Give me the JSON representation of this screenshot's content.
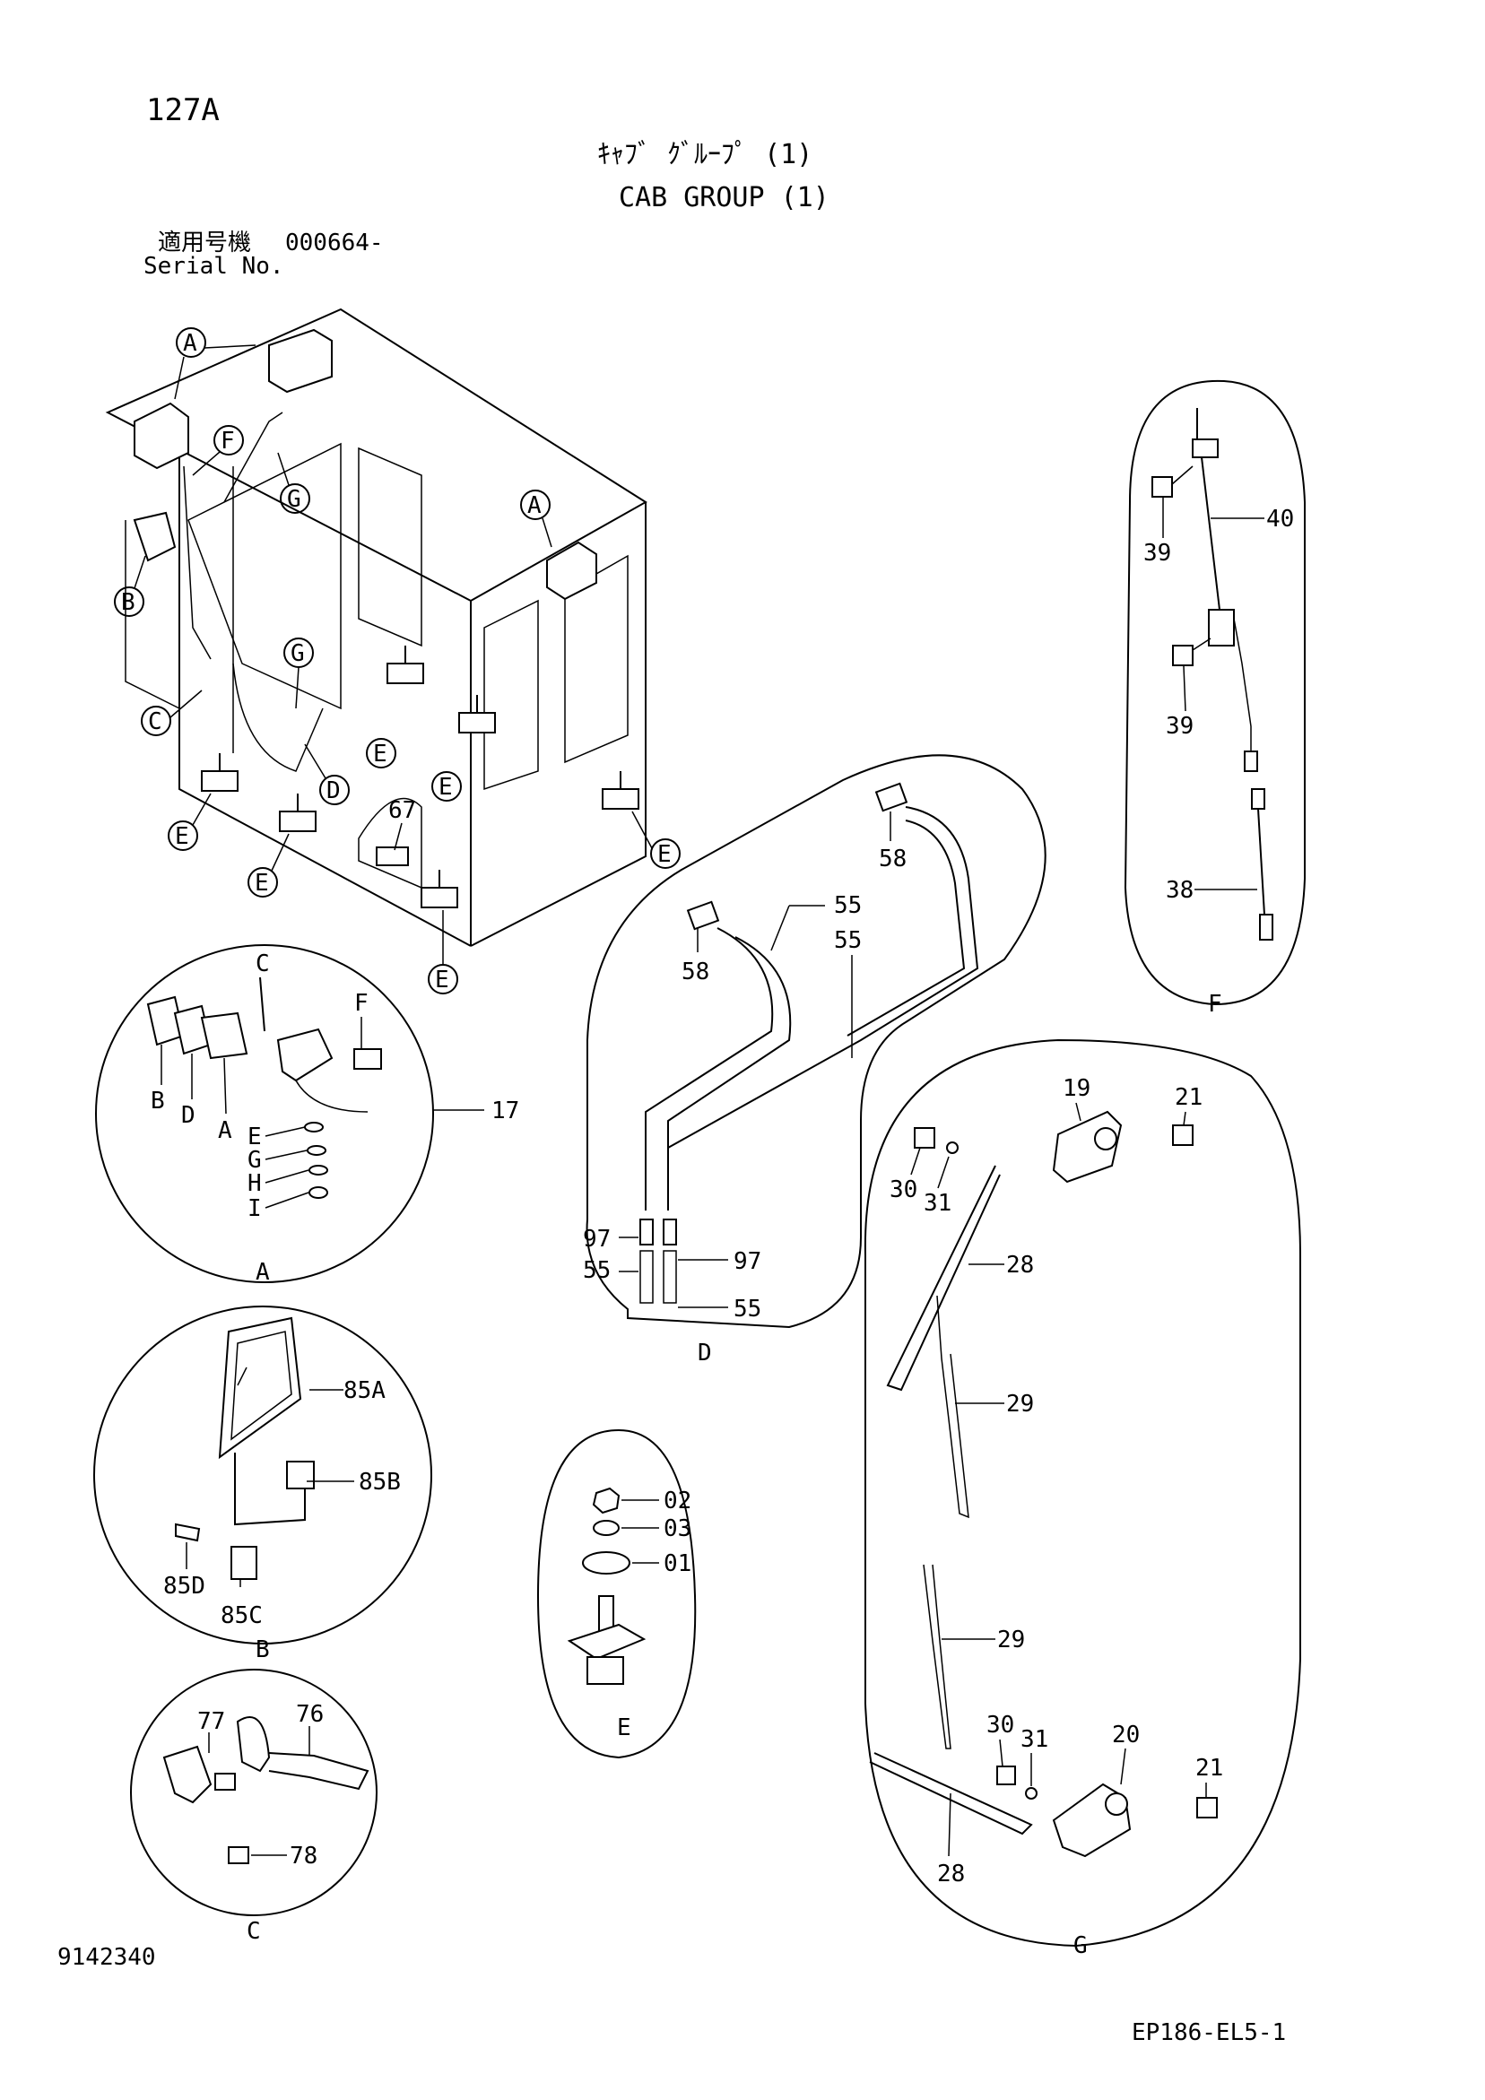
{
  "page": {
    "code": "127A",
    "title_jp": "ｷｬﾌﾞ ｸﾞﾙｰﾌﾟ (1)",
    "title_en": "CAB GROUP (1)",
    "serial_label_jp": "適用号機",
    "serial_number": "000664-",
    "serial_label_en": "Serial No.",
    "figure_number": "9142340",
    "drawing_code": "EP186-EL5-1"
  },
  "callouts": {
    "A": "A",
    "B": "B",
    "C": "C",
    "D": "D",
    "E": "E",
    "F": "F",
    "G": "G",
    "p67": "67"
  },
  "detail_A": {
    "label": "A",
    "ref": "17",
    "letters": [
      "C",
      "F",
      "B",
      "D",
      "A",
      "E",
      "G",
      "H",
      "I"
    ]
  },
  "detail_B": {
    "label": "B",
    "parts": [
      "85A",
      "85B",
      "85D",
      "85C"
    ]
  },
  "detail_C": {
    "label": "C",
    "parts": [
      "77",
      "76",
      "78"
    ]
  },
  "detail_D": {
    "label": "D",
    "parts": [
      "58",
      "55",
      "55",
      "58",
      "97",
      "97",
      "55",
      "55"
    ]
  },
  "detail_E": {
    "label": "E",
    "parts": [
      "02",
      "03",
      "01"
    ]
  },
  "detail_F": {
    "label": "F",
    "parts": [
      "40",
      "39",
      "39",
      "38"
    ]
  },
  "detail_G": {
    "label": "G",
    "parts": [
      "19",
      "21",
      "30",
      "31",
      "28",
      "29",
      "29",
      "30",
      "31",
      "20",
      "21",
      "28"
    ]
  }
}
